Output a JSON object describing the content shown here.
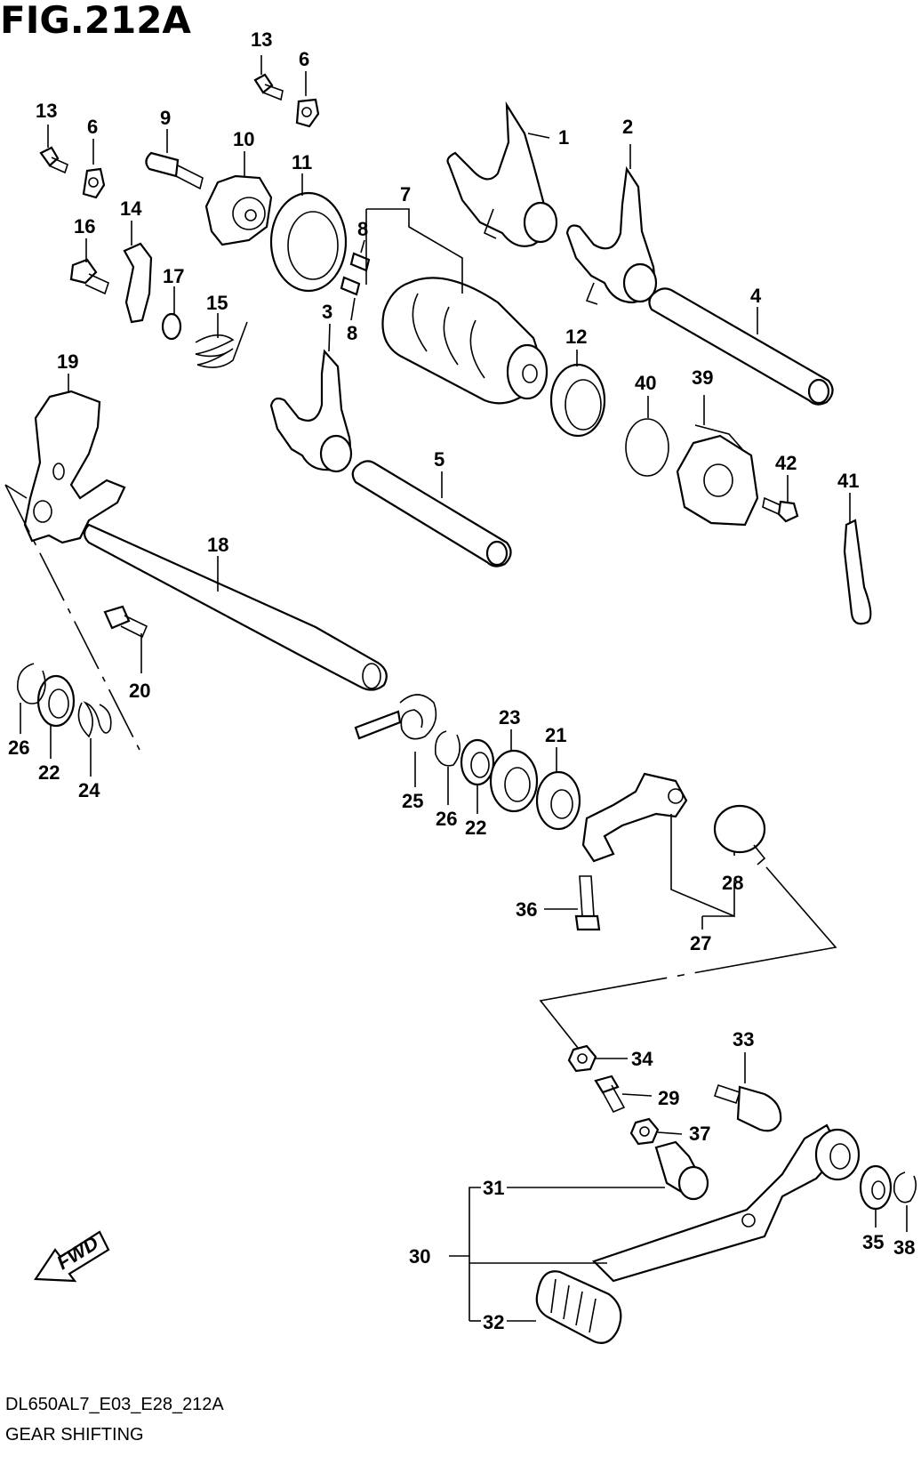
{
  "figure": {
    "title": "FIG.212A",
    "code": "DL650AL7_E03_E28_212A",
    "caption": "GEAR SHIFTING",
    "fwd_label": "FWD"
  },
  "callouts": [
    "1",
    "2",
    "3",
    "4",
    "5",
    "6",
    "6",
    "7",
    "8",
    "8",
    "9",
    "10",
    "11",
    "12",
    "13",
    "13",
    "14",
    "15",
    "16",
    "17",
    "18",
    "19",
    "20",
    "21",
    "22",
    "22",
    "23",
    "24",
    "25",
    "26",
    "26",
    "27",
    "28",
    "29",
    "30",
    "31",
    "32",
    "33",
    "34",
    "35",
    "36",
    "37",
    "38",
    "39",
    "40",
    "41",
    "42"
  ]
}
